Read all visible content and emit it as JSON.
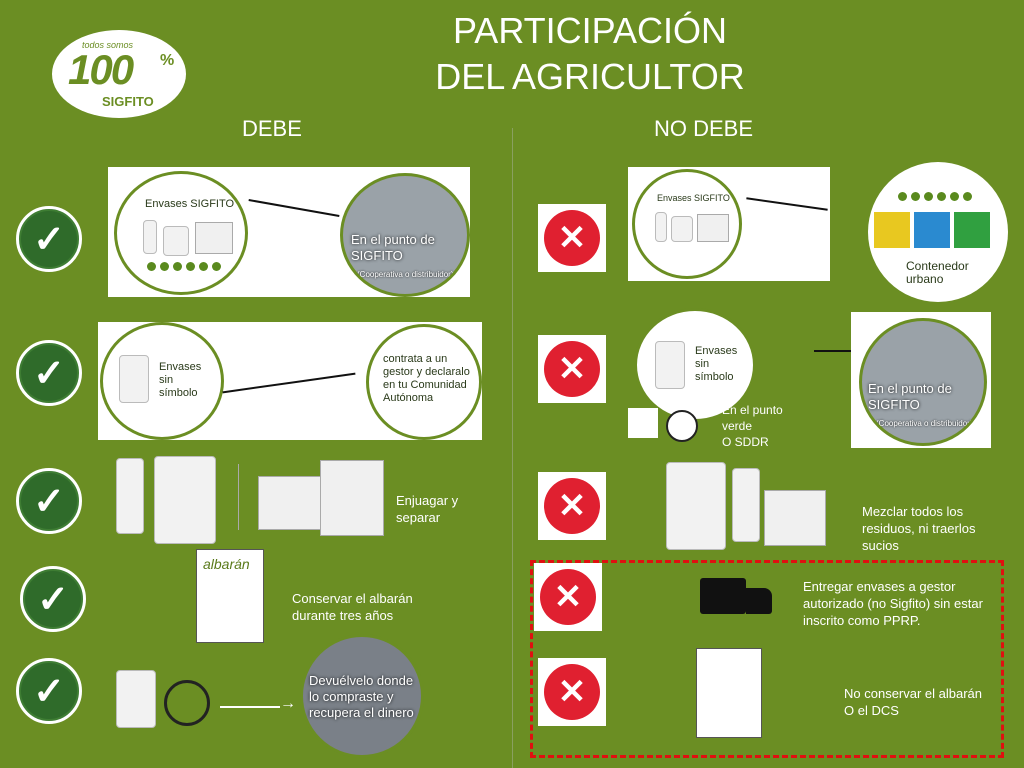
{
  "header": {
    "title_line1": "PARTICIPACIÓN",
    "title_line2": "DEL AGRICULTOR"
  },
  "logo": {
    "tagline": "todos somos",
    "number": "100",
    "percent": "%",
    "brand": "SIGFITO"
  },
  "columns": {
    "left": "DEBE",
    "right": "NO DEBE"
  },
  "colors": {
    "background": "#6b8e23",
    "check": "#2f6b2a",
    "cross": "#e02030",
    "dashed_border": "#e01010"
  },
  "icons": {
    "check": "✓",
    "cross": "✕",
    "arrow": "→"
  },
  "debe": {
    "row1": {
      "panel_label": "Envases SIGFITO",
      "photo_label": "En el punto de SIGFITO",
      "photo_sub": "(Cooperativa o distribuidor)"
    },
    "row2": {
      "label": "Envases sin símbolo",
      "result": "contrata a un gestor y declaralo en tu Comunidad Autónoma"
    },
    "row3": {
      "text": "Enjuagar y separar"
    },
    "row4": {
      "doc_label": "albarán",
      "text": "Conservar el albarán durante tres años"
    },
    "row5": {
      "photo_label": "Devuélvelo donde lo compraste y recupera el dinero"
    }
  },
  "no_debe": {
    "row1": {
      "panel_label": "Envases SIGFITO",
      "result": "Contenedor urbano"
    },
    "row2": {
      "label": "Envases sin símbolo",
      "text_line1": "En el punto",
      "text_line2": "verde",
      "text_line3": "O SDDR",
      "photo_label": "En el punto de SIGFITO",
      "photo_sub": "(Cooperativa o distribuidor)"
    },
    "row3": {
      "text": "Mezclar todos los residuos, ni traerlos sucios"
    },
    "row4": {
      "text": "Entregar envases a gestor autorizado (no Sigfito) sin estar inscrito como PPRP."
    },
    "row5": {
      "text_line1": "No conservar el albarán",
      "text_line2": "O el DCS"
    }
  }
}
